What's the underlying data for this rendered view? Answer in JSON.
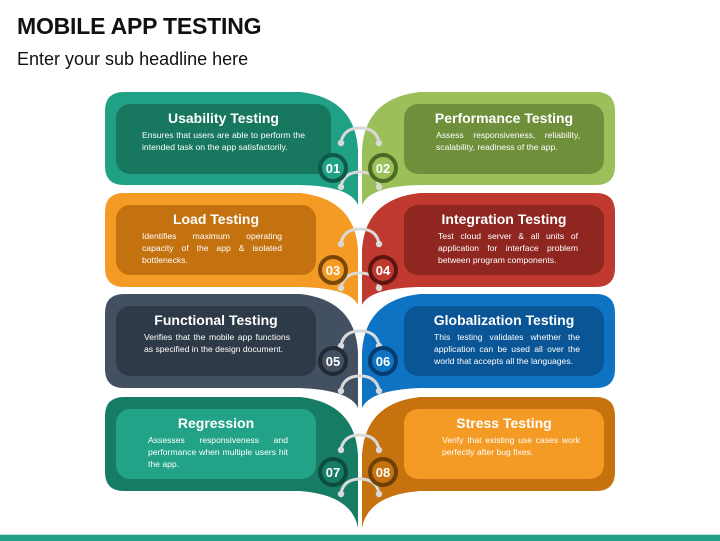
{
  "header": {
    "title": "MOBILE APP TESTING",
    "subtitle": "Enter your sub headline here"
  },
  "items": [
    {
      "number": "01",
      "title": "Usability Testing",
      "description": "Ensures that users are able to perform the intended task on the app satisfactorily.",
      "side": "left",
      "color": "#20a085",
      "inner_color": "#17775f",
      "ring_color": "#0f5a47"
    },
    {
      "number": "02",
      "title": "Performance Testing",
      "description": "Assess responsiveness, reliability, scalability, readiness of the app.",
      "side": "right",
      "color": "#9bbf59",
      "inner_color": "#6f8f3a",
      "ring_color": "#4d6a25"
    },
    {
      "number": "03",
      "title": "Load Testing",
      "description": "Identifies maximum operating capacity of the app & isolated bottlenecks.",
      "side": "left",
      "color": "#f39b25",
      "inner_color": "#c4720f",
      "ring_color": "#7a4708"
    },
    {
      "number": "04",
      "title": "Integration Testing",
      "description": "Test cloud server & all units of application for interface problem between program components.",
      "side": "right",
      "color": "#c0392f",
      "inner_color": "#8f2620",
      "ring_color": "#5e1411"
    },
    {
      "number": "05",
      "title": "Functional Testing",
      "description": "Verifies that the mobile app functions as specified in the design document.",
      "side": "left",
      "color": "#435062",
      "inner_color": "#2f3a49",
      "ring_color": "#222a35"
    },
    {
      "number": "06",
      "title": "Globalization Testing",
      "description": "This testing validates whether the application can be used all over the world that accepts all the languages.",
      "side": "right",
      "color": "#0f73c4",
      "inner_color": "#0a5596",
      "ring_color": "#063d6e"
    },
    {
      "number": "07",
      "title": "Regression",
      "description": "Assesses responsiveness and performance when multiple users hit the app.",
      "side": "left",
      "color": "#177c64",
      "inner_color": "#22a387",
      "ring_color": "#0d4d3d"
    },
    {
      "number": "08",
      "title": "Stress Testing",
      "description": "Verify that existing use cases work perfectly after bug fixes.",
      "side": "right",
      "color": "#c6720f",
      "inner_color": "#f39b25",
      "ring_color": "#6e4006"
    }
  ],
  "colors": {
    "connector": "#d9d9d9",
    "bottom_bar": "#21a087"
  }
}
